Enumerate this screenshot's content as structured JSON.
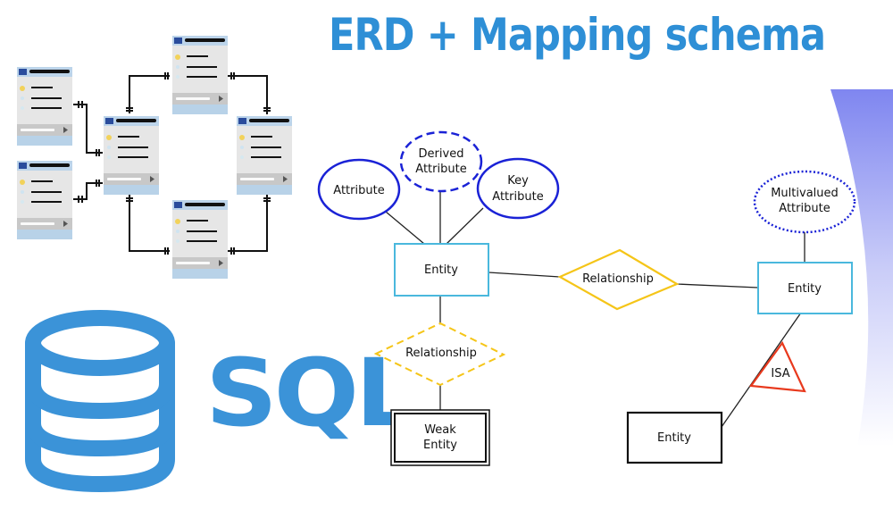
{
  "title": "ERD + Mapping schema",
  "colors": {
    "title_blue": "#2e8fd6",
    "sql_blue": "#3b93d8",
    "attribute_blue": "#1a22d6",
    "entity_cyan": "#4ab8dd",
    "relationship_yellow": "#f5c518",
    "isa_red": "#e8391d",
    "decor_purple": "#8a8ff2"
  },
  "logo": {
    "icon": "database-icon",
    "text": "SQL"
  },
  "schema_illustration": {
    "tables": [
      {
        "name": "table-left-top"
      },
      {
        "name": "table-left-bottom"
      },
      {
        "name": "table-center"
      },
      {
        "name": "table-top"
      },
      {
        "name": "table-right"
      },
      {
        "name": "table-bottom"
      }
    ]
  },
  "erd": {
    "attribute": "Attribute",
    "derived_attribute": [
      "Derived",
      "Attribute"
    ],
    "key_attribute": [
      "Key",
      "Attribute"
    ],
    "multivalued_attribute": [
      "Multivalued",
      "Attribute"
    ],
    "entity_main": "Entity",
    "entity_right": "Entity",
    "entity_sub": "Entity",
    "relationship_main": "Relationship",
    "relationship_weak": "Relationship",
    "weak_entity": [
      "Weak",
      "Entity"
    ],
    "isa": "ISA"
  }
}
